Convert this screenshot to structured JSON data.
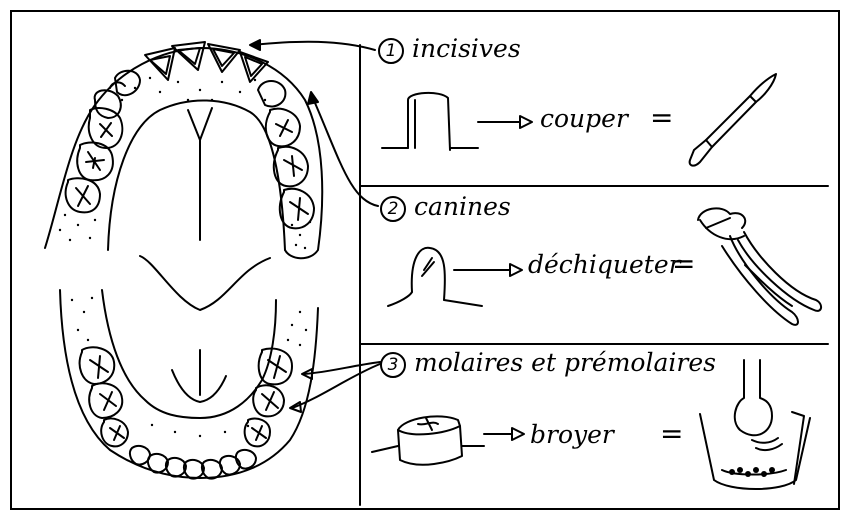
{
  "sections": [
    {
      "number": "1",
      "label": "incisives",
      "verb": "couper",
      "tool": "knife-icon"
    },
    {
      "number": "2",
      "label": "canines",
      "verb": "déchiqueter",
      "tool": "pincers-icon"
    },
    {
      "number": "3",
      "label": "molaires et prémolaires",
      "verb": "broyer",
      "tool": "mortar-icon"
    }
  ],
  "equals_sign": "=",
  "colors": {
    "ink": "#000000",
    "paper": "#ffffff"
  }
}
